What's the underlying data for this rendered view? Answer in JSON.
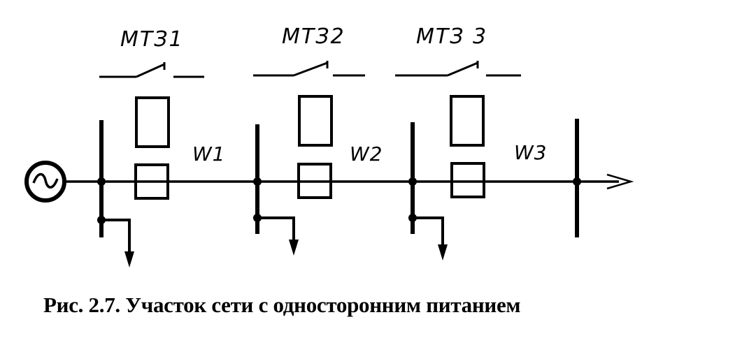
{
  "diagram": {
    "source": {
      "name": "generator"
    },
    "relays": [
      {
        "label": "МТЗ1"
      },
      {
        "label": "МТЗ2"
      },
      {
        "label": "МТЗ 3"
      }
    ],
    "lines": [
      {
        "label": "W1"
      },
      {
        "label": "W2"
      },
      {
        "label": "W3"
      }
    ]
  },
  "caption": "Рис. 2.7. Участок сети с односторонним питанием",
  "colors": {
    "ink": "#000000",
    "background": "#ffffff"
  }
}
